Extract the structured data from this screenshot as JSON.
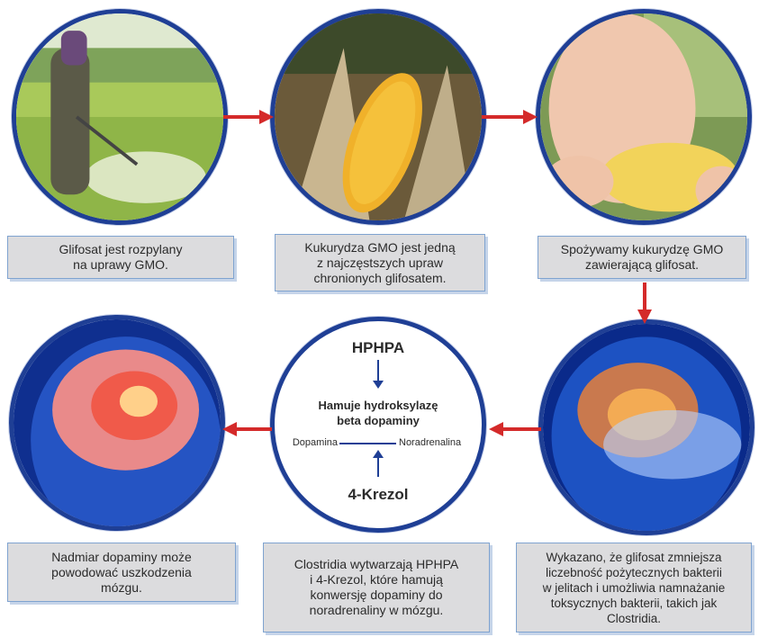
{
  "captions": {
    "spray": "Glifosat jest rozpylany\nna uprawy GMO.",
    "corn": "Kukurydza GMO jest jedną\nz najczęstszych upraw\nchronionych glifosatem.",
    "child": "Spożywamy kukurydzę GMO\nzawierającą glifosat.",
    "brain": "Nadmiar dopaminy może\npowodować uszkodzenia\nmózgu.",
    "center": "Clostridia wytwarzają HPHPA\ni 4-Krezol, które hamują\nkonwersję dopaminy do\nnoradrenaliny w mózgu.",
    "gut": "Wykazano, że glifosat zmniejsza\nliczebność pożytecznych bakterii\nw jelitach i umożliwia namnażanie\ntoksycznych bakterii, takich jak\nClostridia."
  },
  "mechanism": {
    "top": "HPHPA",
    "inhibit_line1": "Hamuje hydroksylazę",
    "inhibit_line2": "beta dopaminy",
    "left": "Dopamina",
    "right": "Noradrenalina",
    "bottom": "4-Krezol"
  },
  "colors": {
    "ring": "#1f3f95",
    "arrow": "#d42a2a",
    "caption_bg": "#dcdcde",
    "caption_border": "#7fa3d0"
  }
}
